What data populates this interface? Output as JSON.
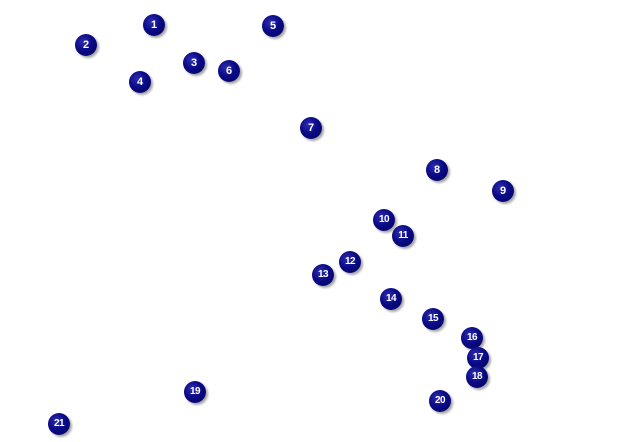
{
  "markers": [
    {
      "label": "1"
    },
    {
      "label": "2"
    },
    {
      "label": "3"
    },
    {
      "label": "4"
    },
    {
      "label": "5"
    },
    {
      "label": "6"
    },
    {
      "label": "7"
    },
    {
      "label": "8"
    },
    {
      "label": "9"
    },
    {
      "label": "10"
    },
    {
      "label": "11"
    },
    {
      "label": "12"
    },
    {
      "label": "13"
    },
    {
      "label": "14"
    },
    {
      "label": "15"
    },
    {
      "label": "16"
    },
    {
      "label": "17"
    },
    {
      "label": "18"
    },
    {
      "label": "19"
    },
    {
      "label": "20"
    },
    {
      "label": "21"
    }
  ],
  "colors": {
    "marker_fill": "#0a0a86",
    "marker_text": "#ffffff",
    "background": "#ffffff"
  }
}
